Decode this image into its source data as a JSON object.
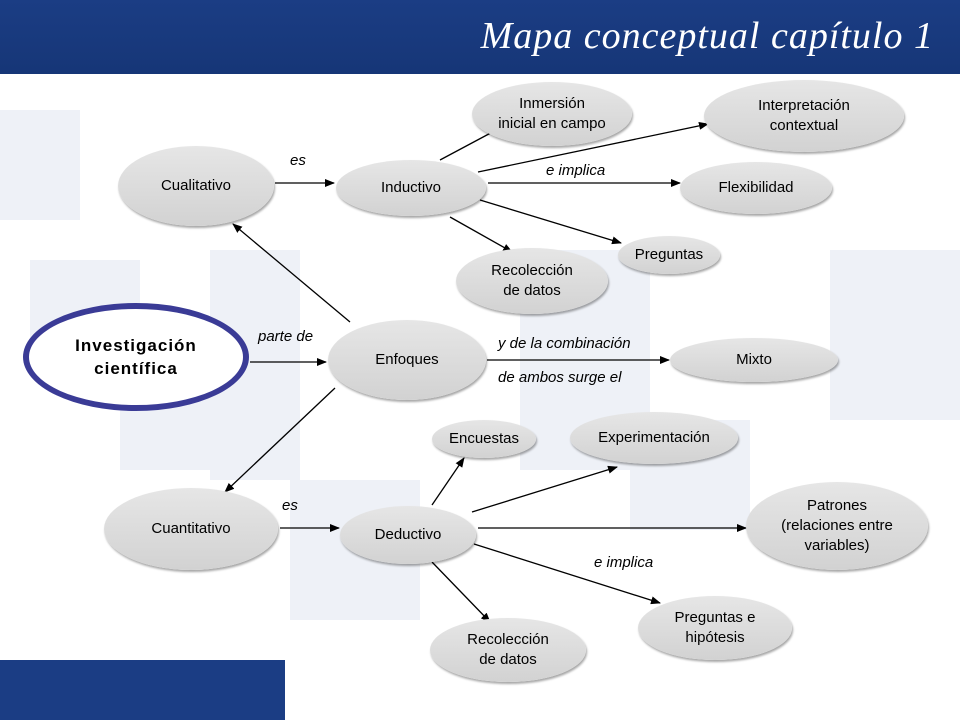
{
  "title": "Mapa conceptual capítulo 1",
  "nodes": {
    "investigacion": "Investigación\ncientífica",
    "enfoques": "Enfoques",
    "cualitativo": "Cualitativo",
    "cuantitativo": "Cuantitativo",
    "inductivo": "Inductivo",
    "deductivo": "Deductivo",
    "mixto": "Mixto",
    "inmersion": "Inmersión\ninicial en campo",
    "interpretacion": "Interpretación\ncontextual",
    "flexibilidad": "Flexibilidad",
    "preguntas": "Preguntas",
    "recoleccion_cual": "Recolección\nde datos",
    "encuestas": "Encuestas",
    "experimentacion": "Experimentación",
    "patrones": "Patrones\n(relaciones entre\nvariables)",
    "preguntas_hipotesis": "Preguntas e\nhipótesis",
    "recoleccion_cuant": "Recolección\nde datos"
  },
  "labels": {
    "parte_de": "parte de",
    "es_cual": "es",
    "es_cuant": "es",
    "e_implica_ind": "e implica",
    "e_implica_ded": "e implica",
    "combinacion_1": "y de la combinación",
    "combinacion_2": "de ambos surge el"
  },
  "colors": {
    "header": "#1b3d84",
    "main_border": "#3a3b96",
    "node_fill": "#d9d9d9"
  }
}
